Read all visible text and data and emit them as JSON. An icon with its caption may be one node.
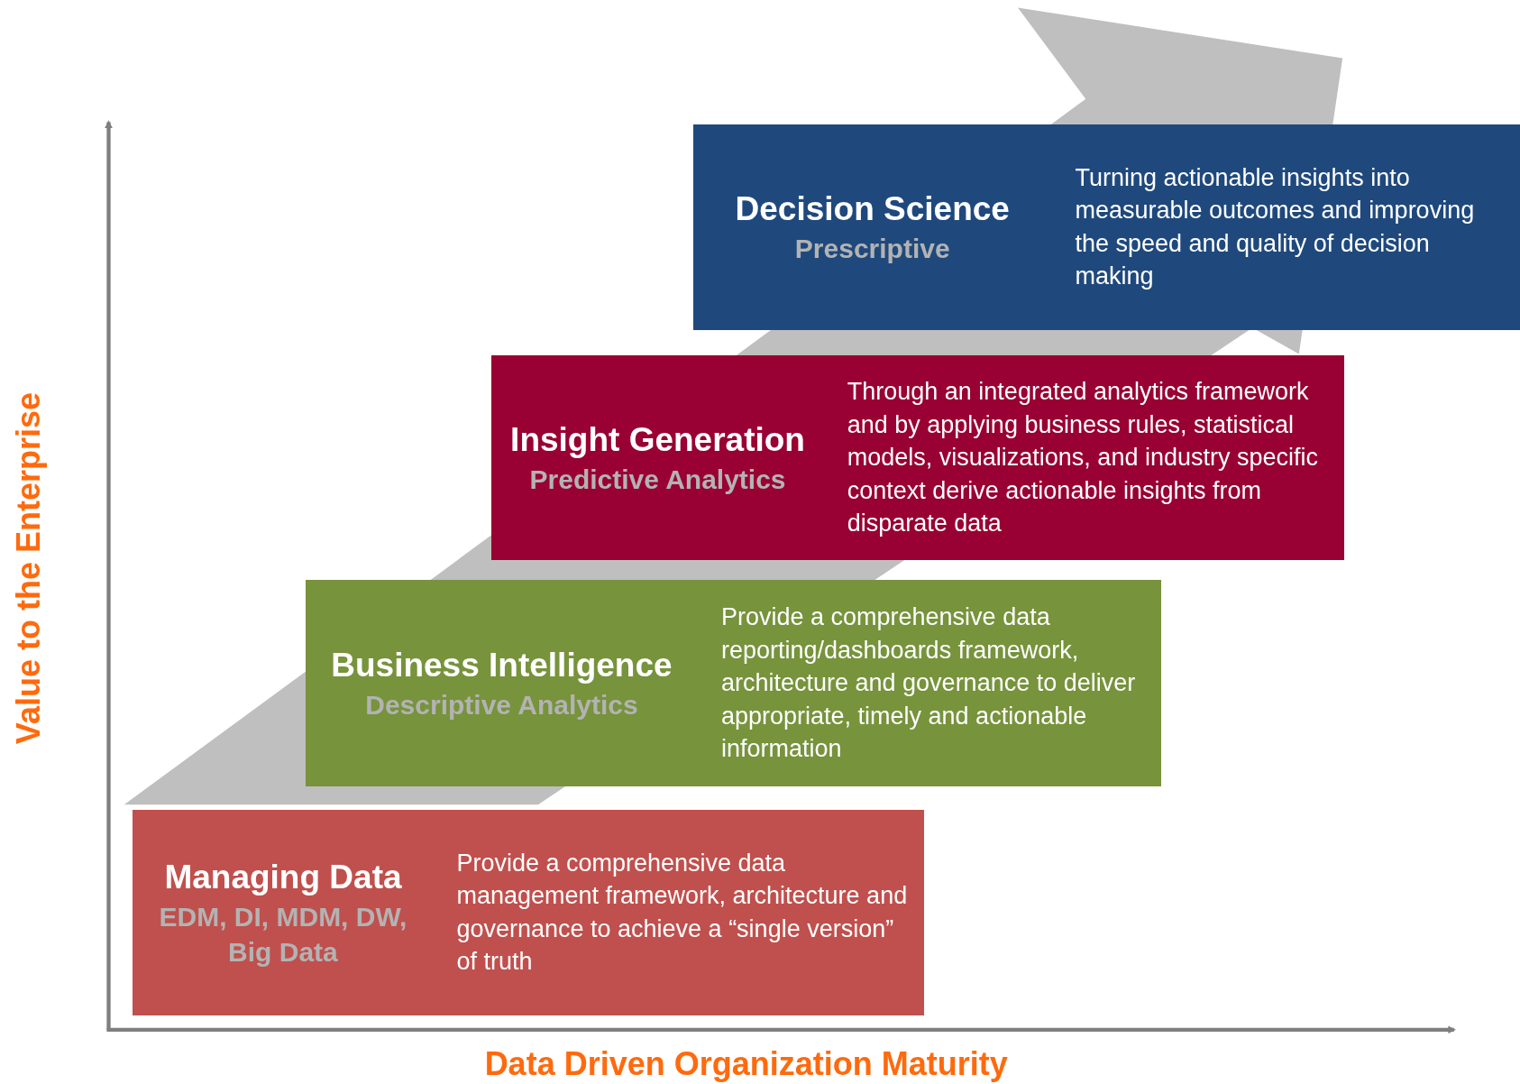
{
  "diagram": {
    "nodes": [
      {
        "text": [
          "Decision Science",
          "Prescriptive",
          "Turning actionable insights into measurable outcomes and improving the speed and quality of decision making"
        ]
      },
      {
        "text": [
          "Insight Generation",
          "Predictive Analytics",
          "Through an integrated analytics framework and by applying business rules, statistical models, visualizations, and industry specific context derive actionable insights from disparate data"
        ]
      },
      {
        "text": [
          "Business Intelligence",
          "Descriptive Analytics",
          "Provide a comprehensive data reporting/dashboards framework, architecture and governance to deliver appropriate, timely and actionable information"
        ]
      },
      {
        "text": [
          "Managing Data",
          "EDM, DI, MDM, DW, Big Data",
          "Provide a comprehensive data management framework, architecture and governance to achieve a “single version” of truth"
        ]
      }
    ],
    "labels": [
      "Value to the Enterprise",
      "Data Driven Organization Maturity"
    ]
  }
}
